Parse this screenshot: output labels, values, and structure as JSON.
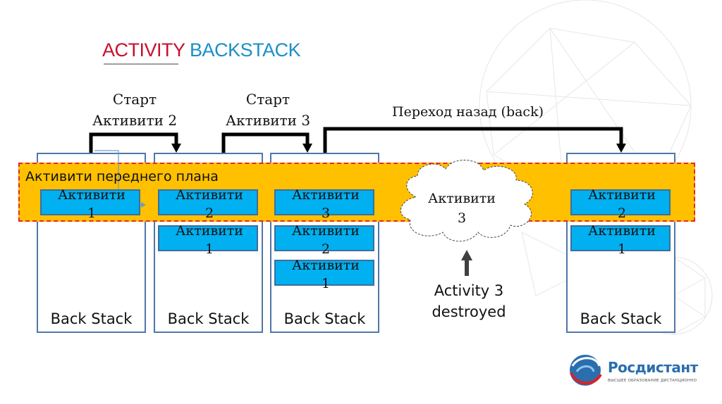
{
  "title": {
    "word1": "ACTIVITY",
    "word2": "BACKSTACK"
  },
  "transitions": [
    {
      "line1": "Старт",
      "line2": "Активити 2"
    },
    {
      "line1": "Старт",
      "line2": "Активити 3"
    },
    {
      "line1": "Переход назад (back)"
    }
  ],
  "foreground_label": "Активити переднего плана",
  "stacks": [
    {
      "label": "Back Stack",
      "activities": [
        {
          "word": "Активити",
          "num": "1"
        }
      ]
    },
    {
      "label": "Back Stack",
      "activities": [
        {
          "word": "Активити",
          "num": "2"
        },
        {
          "word": "Активити",
          "num": "1"
        }
      ]
    },
    {
      "label": "Back Stack",
      "activities": [
        {
          "word": "Активити",
          "num": "3"
        },
        {
          "word": "Активити",
          "num": "2"
        },
        {
          "word": "Активити",
          "num": "1"
        }
      ]
    },
    {
      "label": "Back Stack",
      "activities": [
        {
          "word": "Активити",
          "num": "2"
        },
        {
          "word": "Активити",
          "num": "1"
        }
      ]
    }
  ],
  "destroyed_cloud": {
    "word": "Активити",
    "num": "3"
  },
  "destroyed_note": {
    "line1": "Activity 3",
    "line2": "destroyed"
  },
  "logo": {
    "name": "Росдистант",
    "tagline": "ВЫСШЕЕ ОБРАЗОВАНИЕ ДИСТАНЦИОННО"
  },
  "colors": {
    "title_red": "#c8102e",
    "title_blue": "#1b8fc6",
    "foreground_band": "#ffc000",
    "foreground_border": "#e8262a",
    "activity_fill": "#00b0f0",
    "stack_border": "#4f77a8"
  }
}
